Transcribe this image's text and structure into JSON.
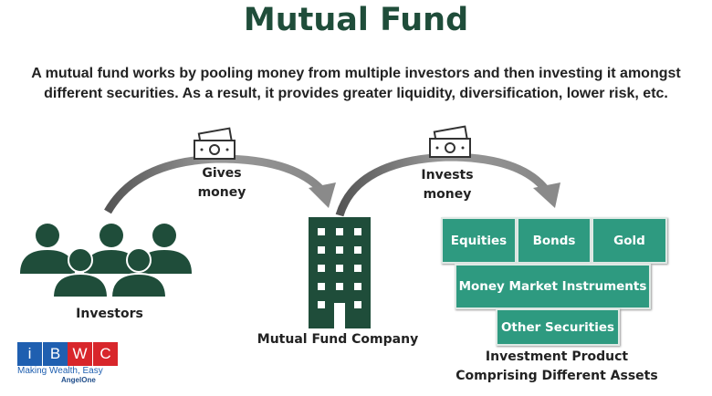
{
  "title": "Mutual Fund",
  "description": "A mutual fund works by pooling money from multiple investors and then investing it amongst different securities. As a result, it provides greater liquidity, diversification, lower risk, etc.",
  "flow": {
    "gives_line1": "Gives",
    "gives_line2": "money",
    "invests_line1": "Invests",
    "invests_line2": "money"
  },
  "investors_label": "Investors",
  "company_label": "Mutual Fund Company",
  "assets": [
    "Equities",
    "Bonds",
    "Gold",
    "Money Market Instruments",
    "Other Securities"
  ],
  "product_line1": "Investment Product",
  "product_line2": "Comprising Different Assets",
  "logo": {
    "letters": [
      "i",
      "B",
      "W",
      "C"
    ],
    "tagline": "Making Wealth, Easy",
    "partner": "AngelOne"
  },
  "colors": {
    "dark_green": "#1f4d3a",
    "teal": "#2e9a80",
    "logo_blue": "#1f5fb0",
    "logo_red": "#d8262b"
  }
}
